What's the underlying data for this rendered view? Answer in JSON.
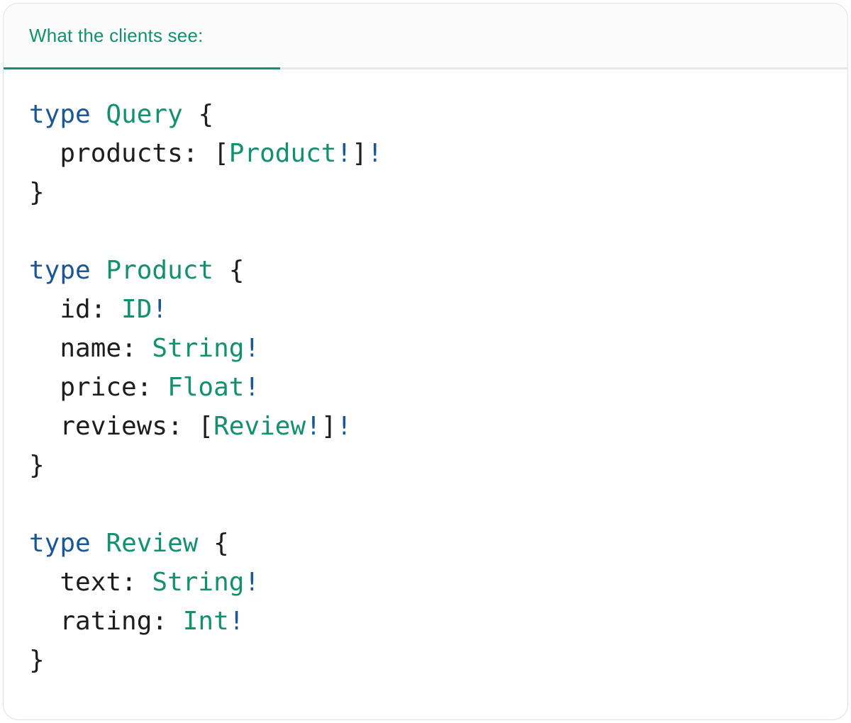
{
  "colors": {
    "accent_teal": "#12916e",
    "keyword_blue": "#1a5796",
    "code_text": "#1c1d20",
    "divider_gray": "#e7e7e7",
    "card_border": "#d7e5dc",
    "tabbar_bg": "#fbfbfb"
  },
  "tabbar": {
    "active_tab_label": "What the clients see:"
  },
  "code": {
    "lines": [
      [
        {
          "t": "type",
          "c": "k"
        },
        {
          "t": " ",
          "c": "p"
        },
        {
          "t": "Query",
          "c": "t"
        },
        {
          "t": " {",
          "c": "p"
        }
      ],
      [
        {
          "t": "  products: [",
          "c": "p"
        },
        {
          "t": "Product",
          "c": "t"
        },
        {
          "t": "!",
          "c": "k"
        },
        {
          "t": "]",
          "c": "p"
        },
        {
          "t": "!",
          "c": "k"
        }
      ],
      [
        {
          "t": "}",
          "c": "p"
        }
      ],
      [],
      [
        {
          "t": "type",
          "c": "k"
        },
        {
          "t": " ",
          "c": "p"
        },
        {
          "t": "Product",
          "c": "t"
        },
        {
          "t": " {",
          "c": "p"
        }
      ],
      [
        {
          "t": "  id: ",
          "c": "p"
        },
        {
          "t": "ID",
          "c": "t"
        },
        {
          "t": "!",
          "c": "k"
        }
      ],
      [
        {
          "t": "  name: ",
          "c": "p"
        },
        {
          "t": "String",
          "c": "t"
        },
        {
          "t": "!",
          "c": "k"
        }
      ],
      [
        {
          "t": "  price: ",
          "c": "p"
        },
        {
          "t": "Float",
          "c": "t"
        },
        {
          "t": "!",
          "c": "k"
        }
      ],
      [
        {
          "t": "  reviews: [",
          "c": "p"
        },
        {
          "t": "Review",
          "c": "t"
        },
        {
          "t": "!",
          "c": "k"
        },
        {
          "t": "]",
          "c": "p"
        },
        {
          "t": "!",
          "c": "k"
        }
      ],
      [
        {
          "t": "}",
          "c": "p"
        }
      ],
      [],
      [
        {
          "t": "type",
          "c": "k"
        },
        {
          "t": " ",
          "c": "p"
        },
        {
          "t": "Review",
          "c": "t"
        },
        {
          "t": " {",
          "c": "p"
        }
      ],
      [
        {
          "t": "  text: ",
          "c": "p"
        },
        {
          "t": "String",
          "c": "t"
        },
        {
          "t": "!",
          "c": "k"
        }
      ],
      [
        {
          "t": "  rating: ",
          "c": "p"
        },
        {
          "t": "Int",
          "c": "t"
        },
        {
          "t": "!",
          "c": "k"
        }
      ],
      [
        {
          "t": "}",
          "c": "p"
        }
      ]
    ]
  }
}
